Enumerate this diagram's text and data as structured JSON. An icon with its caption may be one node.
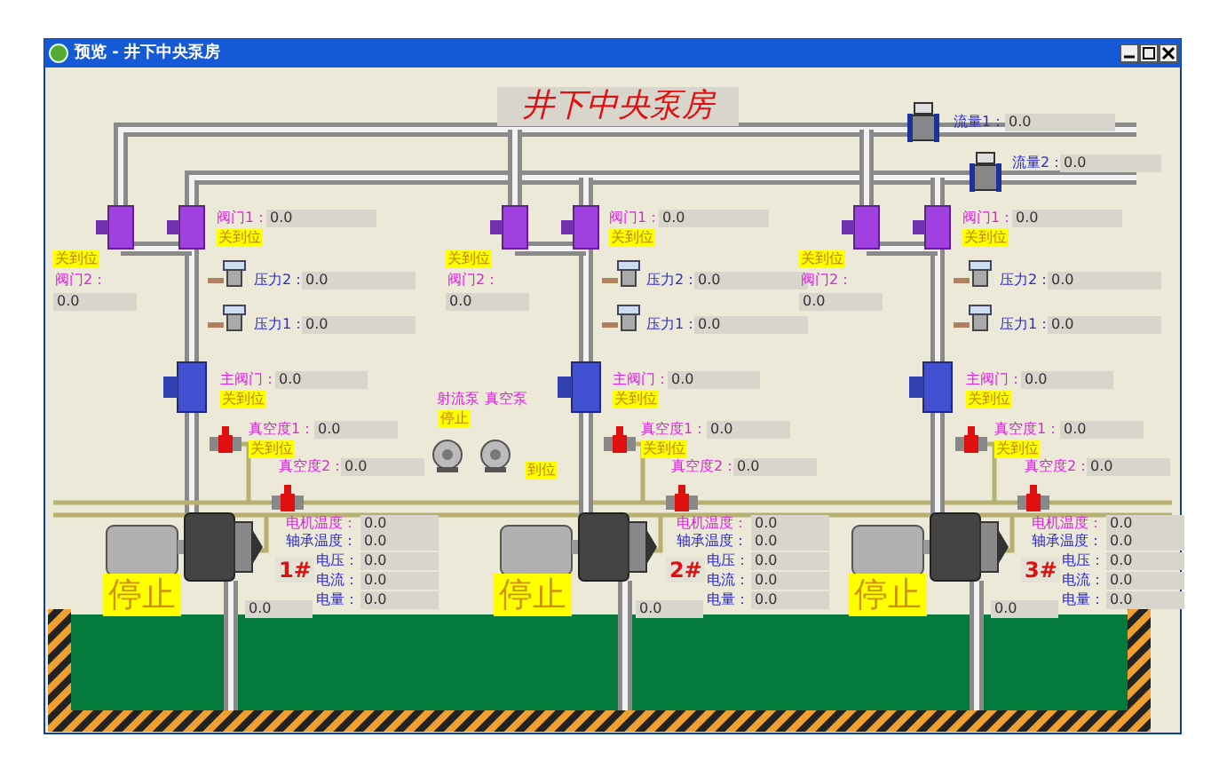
{
  "diagram": {
    "title": "井下中央泵房",
    "labels": [
      "预览 - 井下中央泵房",
      "流量1：",
      "0.0",
      "流量2：",
      "0.0",
      "阀门1：",
      "0.0",
      "关到位",
      "关到位",
      "阀门2：",
      "0.0",
      "压力2：",
      "0.0",
      "压力1：",
      "0.0",
      "主阀门：",
      "0.0",
      "关到位",
      "真空度1：",
      "0.0",
      "关到位",
      "真空度2：",
      "0.0",
      "电机温度：",
      "0.0",
      "轴承温度：",
      "0.0",
      "电压：",
      "0.0",
      "电流：",
      "0.0",
      "电量：",
      "0.0",
      "1#",
      "停止",
      "0.0",
      "阀门1：",
      "0.0",
      "关到位",
      "关到位",
      "阀门2：",
      "0.0",
      "压力2：",
      "0.0",
      "压力1：",
      "0.0",
      "主阀门：",
      "0.0",
      "关到位",
      "真空度1：",
      "0.0",
      "关到位",
      "真空度2：",
      "0.0",
      "电机温度：",
      "0.0",
      "轴承温度：",
      "0.0",
      "电压：",
      "0.0",
      "电流：",
      "0.0",
      "电量：",
      "0.0",
      "2#",
      "停止",
      "0.0",
      "射流泵",
      "真空泵",
      "停止",
      "到位",
      "阀门1：",
      "0.0",
      "关到位",
      "关到位",
      "阀门2：",
      "0.0",
      "压力2：",
      "0.0",
      "压力1：",
      "0.0",
      "主阀门：",
      "0.0",
      "关到位",
      "真空度1：",
      "0.0",
      "关到位",
      "真空度2：",
      "0.0",
      "电机温度：",
      "0.0",
      "轴承温度：",
      "0.0",
      "电压：",
      "0.0",
      "电流：",
      "0.0",
      "电量：",
      "0.0",
      "3#",
      "停止",
      "0.0"
    ]
  }
}
